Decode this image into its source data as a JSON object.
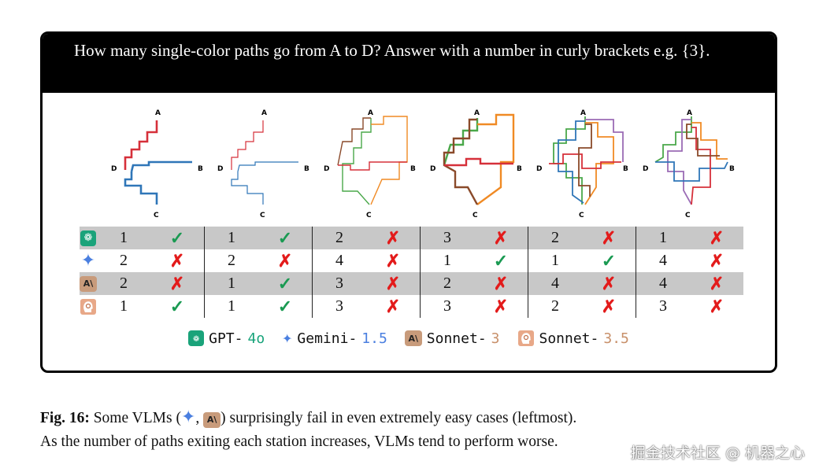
{
  "question": "How many single-color paths go from A to D? Answer with a number in curly brackets e.g. {3}.",
  "station_labels": {
    "a": "A",
    "b": "B",
    "c": "C",
    "d": "D"
  },
  "models": [
    {
      "icon": "gpt-icon",
      "prefix": "GPT-",
      "version": "4o",
      "version_color": "#17a37a",
      "answers": [
        "1",
        "1",
        "2",
        "3",
        "2",
        "1"
      ],
      "correct": [
        true,
        true,
        false,
        false,
        false,
        false
      ]
    },
    {
      "icon": "gemini-star-icon",
      "prefix": "Gemini-",
      "version": "1.5",
      "version_color": "#4a7fe0",
      "answers": [
        "2",
        "2",
        "4",
        "1",
        "1",
        "4"
      ],
      "correct": [
        false,
        false,
        false,
        true,
        true,
        false
      ]
    },
    {
      "icon": "anthropic-icon",
      "prefix": "Sonnet-",
      "version": "3",
      "version_color": "#c8906a",
      "answers": [
        "2",
        "1",
        "3",
        "2",
        "4",
        "4"
      ],
      "correct": [
        false,
        true,
        false,
        false,
        false,
        false
      ]
    },
    {
      "icon": "head-icon",
      "prefix": "Sonnet-",
      "version": "3.5",
      "version_color": "#c8906a",
      "answers": [
        "1",
        "1",
        "3",
        "3",
        "2",
        "3"
      ],
      "correct": [
        true,
        true,
        false,
        false,
        false,
        false
      ]
    }
  ],
  "marks": {
    "ok": "✓",
    "bad": "✗"
  },
  "caption": {
    "fig": "Fig. 16:",
    "text1": " Some VLMs (",
    "comma": ", ",
    "text2": ") surprisingly fail in even extremely easy cases (leftmost).",
    "line2": "As the number of paths exiting each station increases, VLMs tend to perform worse."
  },
  "watermark": "掘金技术社区 @ 机器之心",
  "colors": {
    "red": "#d6303a",
    "blue": "#2f76b8",
    "green": "#4aa84a",
    "orange": "#f08a24",
    "purple": "#9b6bb5",
    "brown": "#8a4a2a"
  }
}
